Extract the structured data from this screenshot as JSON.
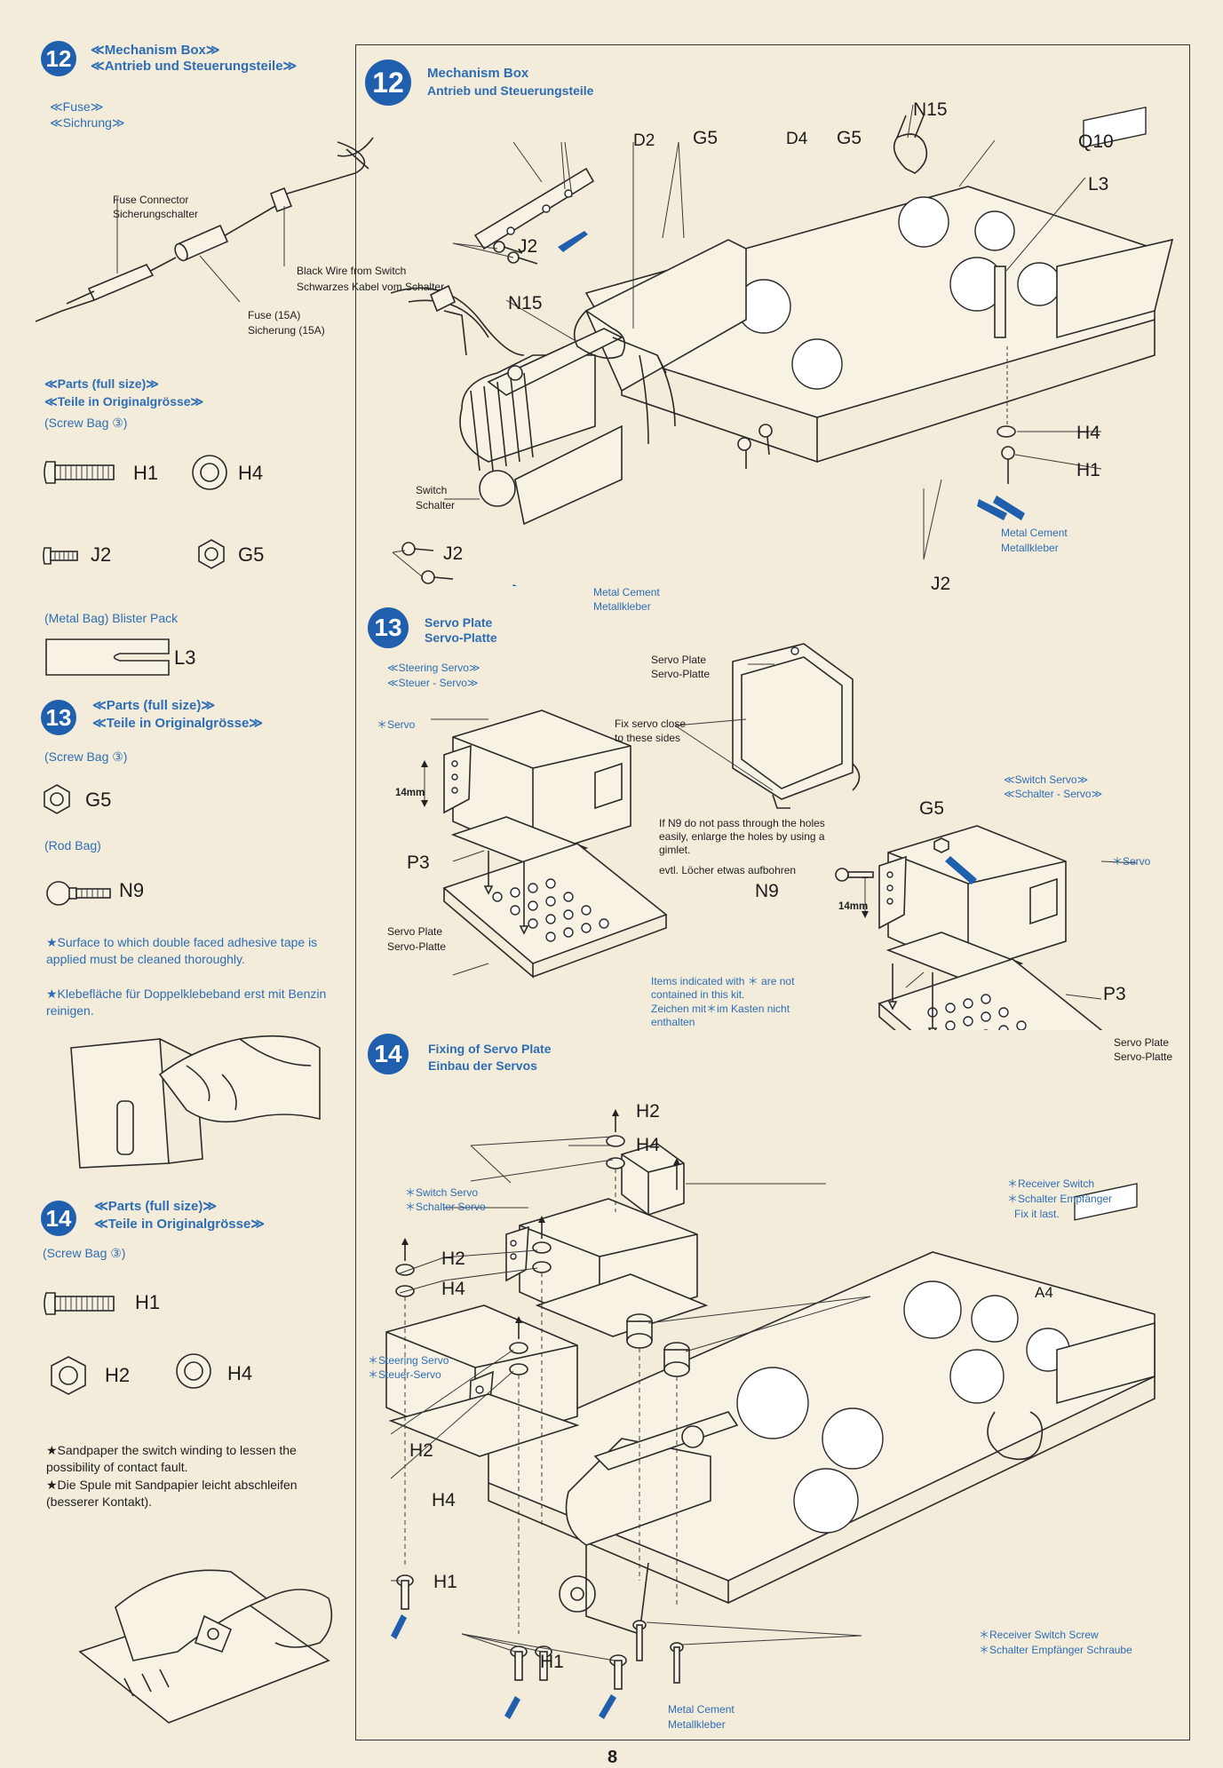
{
  "left": {
    "s12": {
      "num": "12",
      "title_en": "≪Mechanism Box≫",
      "title_de": "≪Antrieb und Steuerungsteile≫",
      "fuse_en": "≪Fuse≫",
      "fuse_de": "≪Sichrung≫",
      "fuse_connector": "Fuse Connector",
      "fuse_connector_de": "Sicherungschalter",
      "black_wire": "Black Wire from Switch",
      "black_wire_de": "Schwarzes Kabel vom Schalter",
      "fuse": "Fuse (15A)",
      "fuse_de2": "Sicherung (15A)",
      "parts_en": "≪Parts (full size)≫",
      "parts_de": "≪Teile in Originalgrösse≫",
      "screw_bag": "(Screw Bag ③)",
      "h1": "H1",
      "h4": "H4",
      "j2": "J2",
      "g5": "G5",
      "metal_bag": "(Metal Bag) Blister Pack",
      "l3": "L3"
    },
    "s13": {
      "num": "13",
      "parts_en": "≪Parts (full size)≫",
      "parts_de": "≪Teile in Originalgrösse≫",
      "screw_bag": "(Screw Bag ③)",
      "g5": "G5",
      "rod_bag": "(Rod Bag)",
      "n9": "N9",
      "note_en": "★Surface to which double faced adhesive tape is applied must be cleaned thoroughly.",
      "note_de": "★Klebefläche für Doppelklebeband erst mit Benzin reinigen."
    },
    "s14": {
      "num": "14",
      "parts_en": "≪Parts (full size)≫",
      "parts_de": "≪Teile in Originalgrösse≫",
      "screw_bag": "(Screw Bag ③)",
      "h1": "H1",
      "h2": "H2",
      "h4": "H4",
      "note_en": "★Sandpaper the switch winding to lessen the possibility of contact fault.",
      "note_de": "★Die Spule mit Sandpapier leicht abschleifen (besserer Kontakt)."
    }
  },
  "right": {
    "s12": {
      "num": "12",
      "title_en": "Mechanism Box",
      "title_de": "Antrieb und Steuerungsteile",
      "labels": {
        "d2": "D2",
        "g5a": "G5",
        "d4": "D4",
        "g5b": "G5",
        "n15a": "N15",
        "q10": "Q10",
        "l3": "L3",
        "j2a": "J2",
        "n15b": "N15",
        "h4": "H4",
        "h1": "H1",
        "j2b": "J2",
        "j2c": "J2"
      },
      "switch": "Switch",
      "switch_de": "Schalter",
      "metal_cement": "Metal Cement",
      "metal_cement_de": "Metallkleber"
    },
    "s13": {
      "num": "13",
      "title_en": "Servo Plate",
      "title_de": "Servo-Platte",
      "steering_servo": "≪Steering Servo≫",
      "steering_servo_de": "≪Steuer - Servo≫",
      "servo": "＊Servo",
      "dim": "14mm",
      "p3": "P3",
      "servo_plate": "Servo Plate",
      "servo_plate_de": "Servo-Platte",
      "fix_close": "Fix servo close",
      "fix_close2": "to these sides",
      "n9_note": "If N9 do not pass through the holes easily, enlarge the holes by using a gimlet.",
      "n9_note_de": "evtl. Löcher etwas aufbohren",
      "switch_servo": "≪Switch Servo≫",
      "switch_servo_de": "≪Schalter - Servo≫",
      "g5": "G5",
      "n9": "N9",
      "servo_r": "＊Servo",
      "dim_r": "14mm",
      "p3_r": "P3",
      "items_note": "Items indicated with ＊ are not contained in this kit.",
      "items_note_de": "Zeichen mit＊im Kasten nicht enthalten"
    },
    "s14": {
      "num": "14",
      "title_en": "Fixing of Servo Plate",
      "title_de": "Einbau der Servos",
      "switch_servo": "＊Switch Servo",
      "switch_servo_de": "＊Schalter Servo",
      "steering_servo": "＊Steering Servo",
      "steering_servo_de": "＊Steuer-Servo",
      "receiver_switch": "＊Receiver Switch",
      "receiver_switch_de": "＊Schalter Empfänger",
      "fix_last": "Fix it last.",
      "a4": "A4",
      "rs_screw": "＊Receiver Switch Screw",
      "rs_screw_de": "＊Schalter Empfänger Schraube",
      "metal_cement": "Metal Cement",
      "metal_cement_de": "Metallkleber",
      "labels": {
        "h2a": "H2",
        "h4a": "H4",
        "h2b": "H2",
        "h4b": "H4",
        "h2c": "H2",
        "h4c": "H4",
        "h1a": "H1",
        "h1b": "H1"
      }
    }
  },
  "page_number": "8"
}
